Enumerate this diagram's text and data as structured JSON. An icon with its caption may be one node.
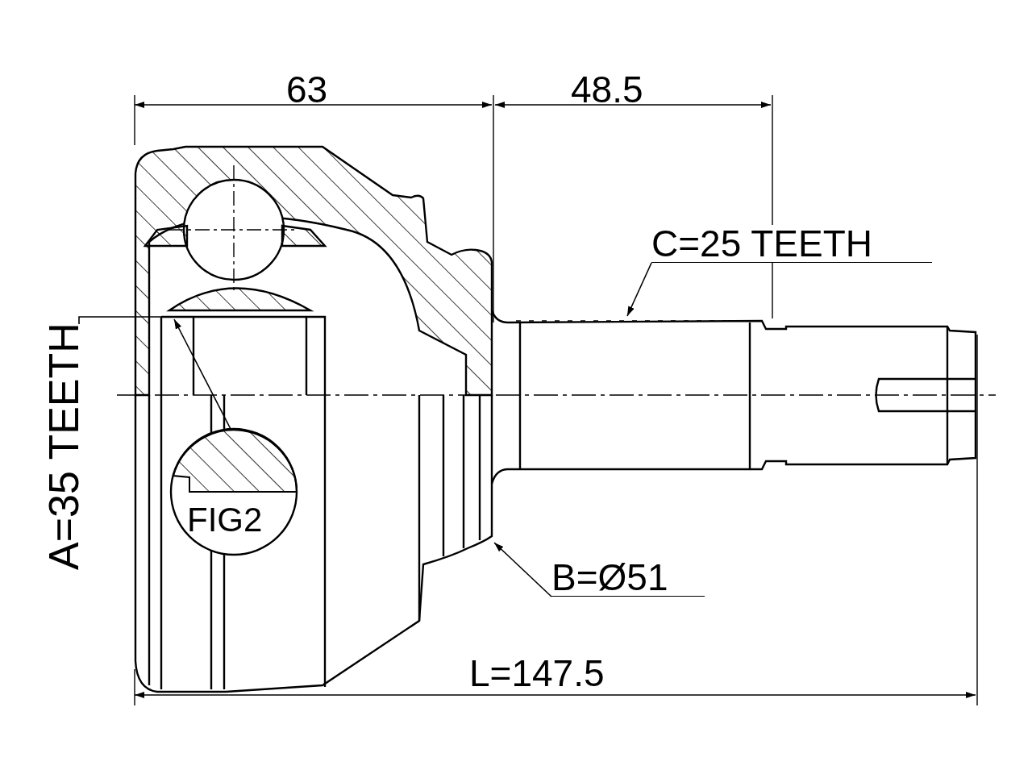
{
  "diagram": {
    "nodes": [
      {
        "text": [
          "C=25 TEETH"
        ]
      },
      {
        "text": [
          "B=Ø51"
        ]
      },
      {
        "text": [
          "A=35 TEETH"
        ]
      },
      {
        "text": [
          "FIG2"
        ]
      }
    ],
    "edges": [
      {
        "from": 0,
        "to": null,
        "arrow": "to"
      },
      {
        "from": 1,
        "to": null,
        "arrow": "to"
      },
      {
        "from": 2,
        "to": null,
        "arrow": "none"
      },
      {
        "from": 3,
        "to": null,
        "arrow": "to"
      }
    ],
    "labels": [
      "63",
      "48.5",
      "L=147.5"
    ]
  }
}
